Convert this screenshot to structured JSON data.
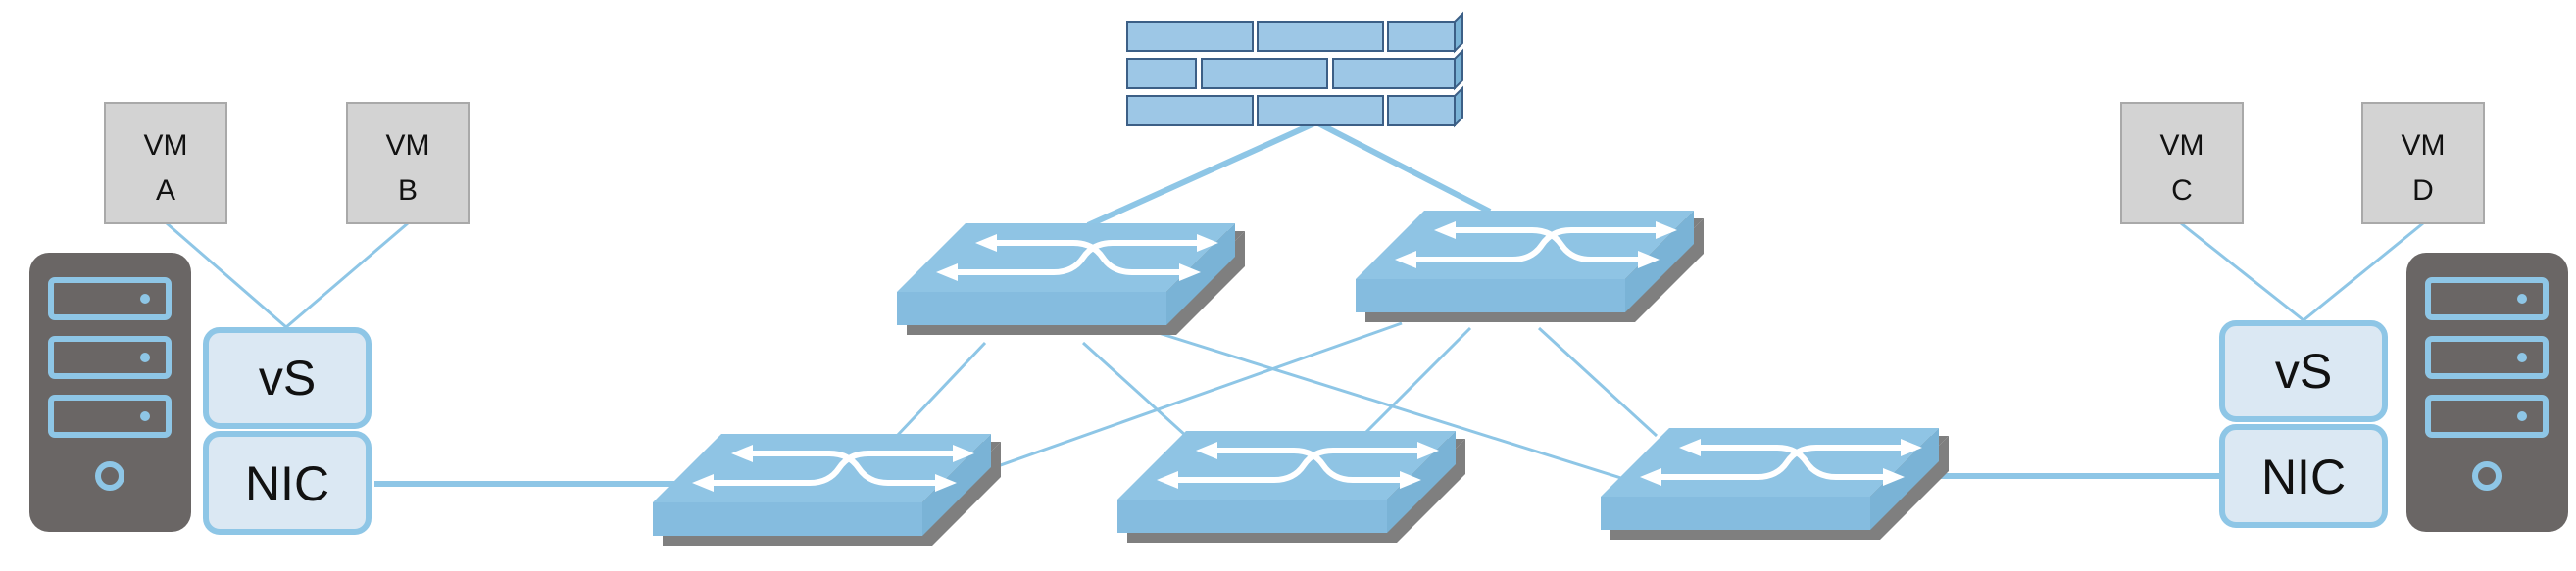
{
  "vms": [
    {
      "line1": "VM",
      "line2": "A"
    },
    {
      "line1": "VM",
      "line2": "B"
    },
    {
      "line1": "VM",
      "line2": "C"
    },
    {
      "line1": "VM",
      "line2": "D"
    }
  ],
  "host_left": {
    "vswitch_label": "vS",
    "nic_label": "NIC"
  },
  "host_right": {
    "vswitch_label": "vS",
    "nic_label": "NIC"
  },
  "colors": {
    "link": "#8ec6e6",
    "switch_top": "#8fc4e4",
    "switch_side": "#7ab3d6",
    "switch_shadow": "#7f7f7f",
    "vm_box": "#d3d3d3",
    "server_body": "#6a6665",
    "host_box_fill": "#dbe8f3",
    "host_box_border": "#8ec6e6",
    "firewall_brick": "#9dc7e6"
  },
  "icons": [
    "firewall-icon",
    "switch-icon",
    "server-icon"
  ]
}
